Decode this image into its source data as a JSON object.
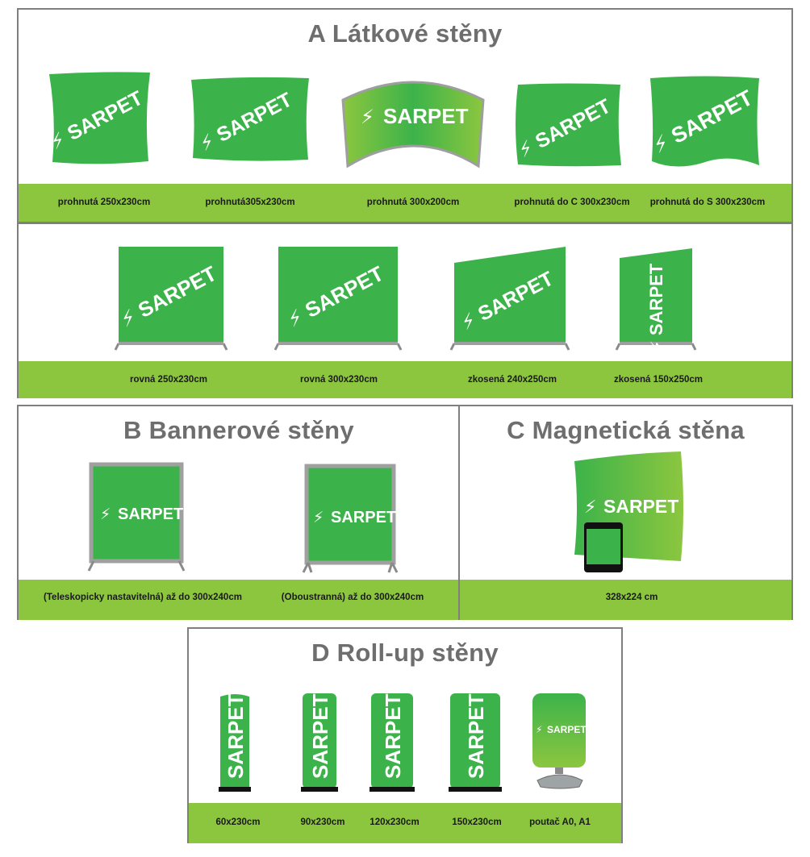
{
  "sections": {
    "a": {
      "title": "A Látkové stěny",
      "row1_labels": [
        "prohnutá 250x230cm",
        "prohnutá305x230cm",
        "prohnutá 300x200cm",
        "prohnutá do C 300x230cm",
        "prohnutá do S 300x230cm"
      ],
      "row2_labels": [
        "rovná 250x230cm",
        "rovná 300x230cm",
        "zkosená 240x250cm",
        "zkosená 150x250cm"
      ]
    },
    "b": {
      "title": "B Bannerové stěny",
      "labels": [
        "(Teleskopicky nastavitelná) až do 300x240cm",
        "(Oboustranná) až do 300x240cm"
      ]
    },
    "c": {
      "title": "C Magnetická stěna",
      "labels": [
        "328x224 cm"
      ]
    },
    "d": {
      "title": "D Roll-up stěny",
      "labels": [
        "60x230cm",
        "90x230cm",
        "120x230cm",
        "150x230cm",
        "poutač A0, A1"
      ]
    }
  },
  "brand": {
    "logo_text": "SARPET",
    "green": "#3cb34a",
    "light_green": "#8cc63f",
    "border_gray": "#7f7f7f",
    "title_gray": "#6e6e6e"
  }
}
